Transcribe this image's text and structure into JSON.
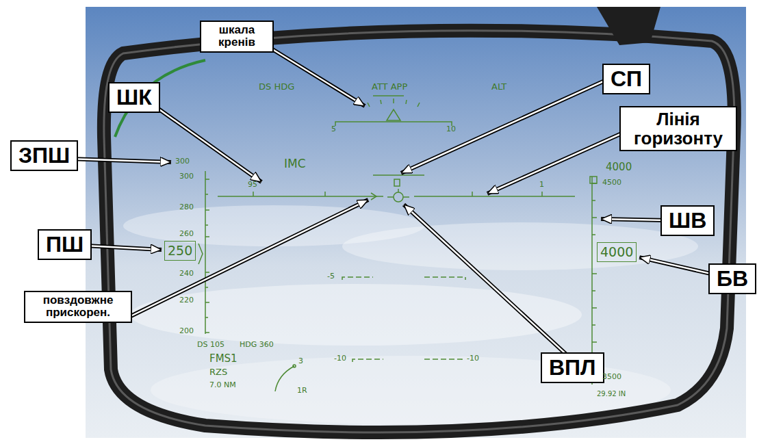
{
  "diagram": {
    "nodes": [
      {
        "text": [
          "шкала кренів"
        ]
      },
      {
        "text": [
          "ШК"
        ]
      },
      {
        "text": [
          "СП"
        ]
      },
      {
        "text": [
          "Лінія горизонту"
        ]
      },
      {
        "text": [
          "ЗПШ"
        ]
      },
      {
        "text": [
          "ШВ"
        ]
      },
      {
        "text": [
          "ПШ"
        ]
      },
      {
        "text": [
          "250"
        ]
      },
      {
        "text": [
          "4000"
        ]
      },
      {
        "text": [
          "БВ"
        ]
      },
      {
        "text": [
          "повздовжне прискорен."
        ]
      },
      {
        "text": [
          "ВПЛ"
        ]
      }
    ],
    "edges": [
      {
        "from": 6,
        "to": 7,
        "arrow": "to"
      },
      {
        "from": 9,
        "to": 8,
        "arrow": "to"
      }
    ],
    "labels": [
      "DS HDG",
      "ATT APP",
      "ALT",
      "5",
      "10",
      "IMC",
      "95",
      "1",
      "300",
      "300",
      "280",
      "260",
      "240",
      "220",
      "200",
      "4000",
      "4500",
      "3500",
      "29.92 IN",
      "-5",
      "-10",
      "-10",
      "DS 105",
      "HDG 360",
      "FMS1",
      "RZS",
      "7.0 NM",
      "3",
      "1R"
    ]
  }
}
